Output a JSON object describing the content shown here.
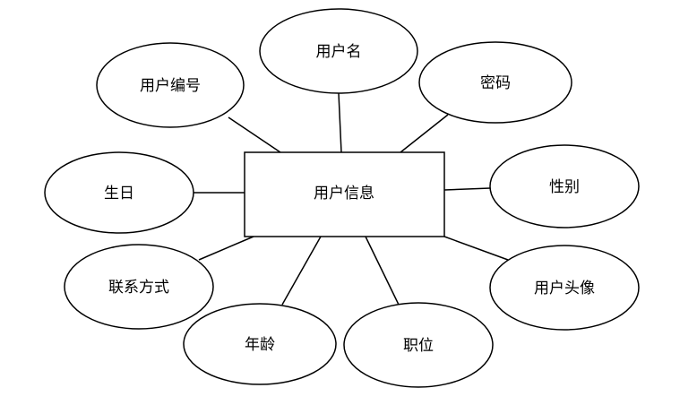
{
  "entity": {
    "label": "用户信息"
  },
  "attributes": [
    {
      "id": "username",
      "label": "用户名"
    },
    {
      "id": "user-id",
      "label": "用户编号"
    },
    {
      "id": "password",
      "label": "密码"
    },
    {
      "id": "birthday",
      "label": "生日"
    },
    {
      "id": "gender",
      "label": "性别"
    },
    {
      "id": "contact",
      "label": "联系方式"
    },
    {
      "id": "avatar",
      "label": "用户头像"
    },
    {
      "id": "age",
      "label": "年龄"
    },
    {
      "id": "position",
      "label": "职位"
    }
  ]
}
